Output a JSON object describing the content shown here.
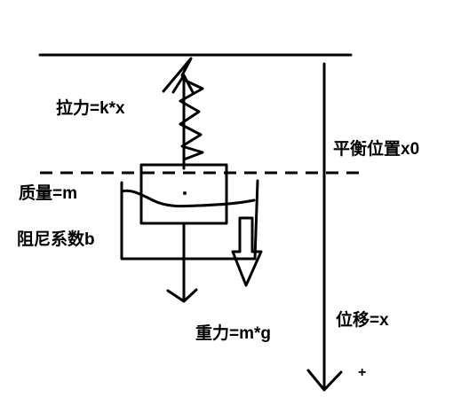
{
  "labels": {
    "tension": "拉力=k*x",
    "equilibrium": "平衡位置x0",
    "mass": "质量=m",
    "damping": "阻尼系数b",
    "gravity": "重力=m*g",
    "displacement": "位移=x",
    "positive_direction": "+"
  },
  "colors": {
    "ink": "#000000",
    "background": "#ffffff"
  }
}
